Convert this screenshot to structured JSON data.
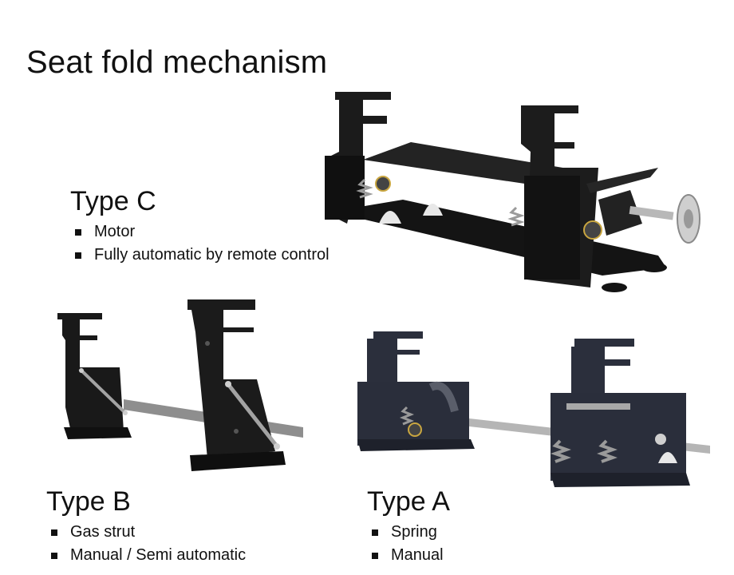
{
  "title": "Seat fold mechanism",
  "types": {
    "c": {
      "heading": "Type C",
      "features": [
        "Motor",
        "Fully automatic by remote control"
      ]
    },
    "b": {
      "heading": "Type B",
      "features": [
        "Gas strut",
        "Manual / Semi automatic"
      ]
    },
    "a": {
      "heading": "Type A",
      "features": [
        "Spring",
        "Manual"
      ]
    }
  },
  "colors": {
    "metal_black": "#1a1a1a",
    "metal_navy": "#2a2e3b",
    "steel": "#b8b8b8",
    "spring": "#9a9a9a"
  }
}
